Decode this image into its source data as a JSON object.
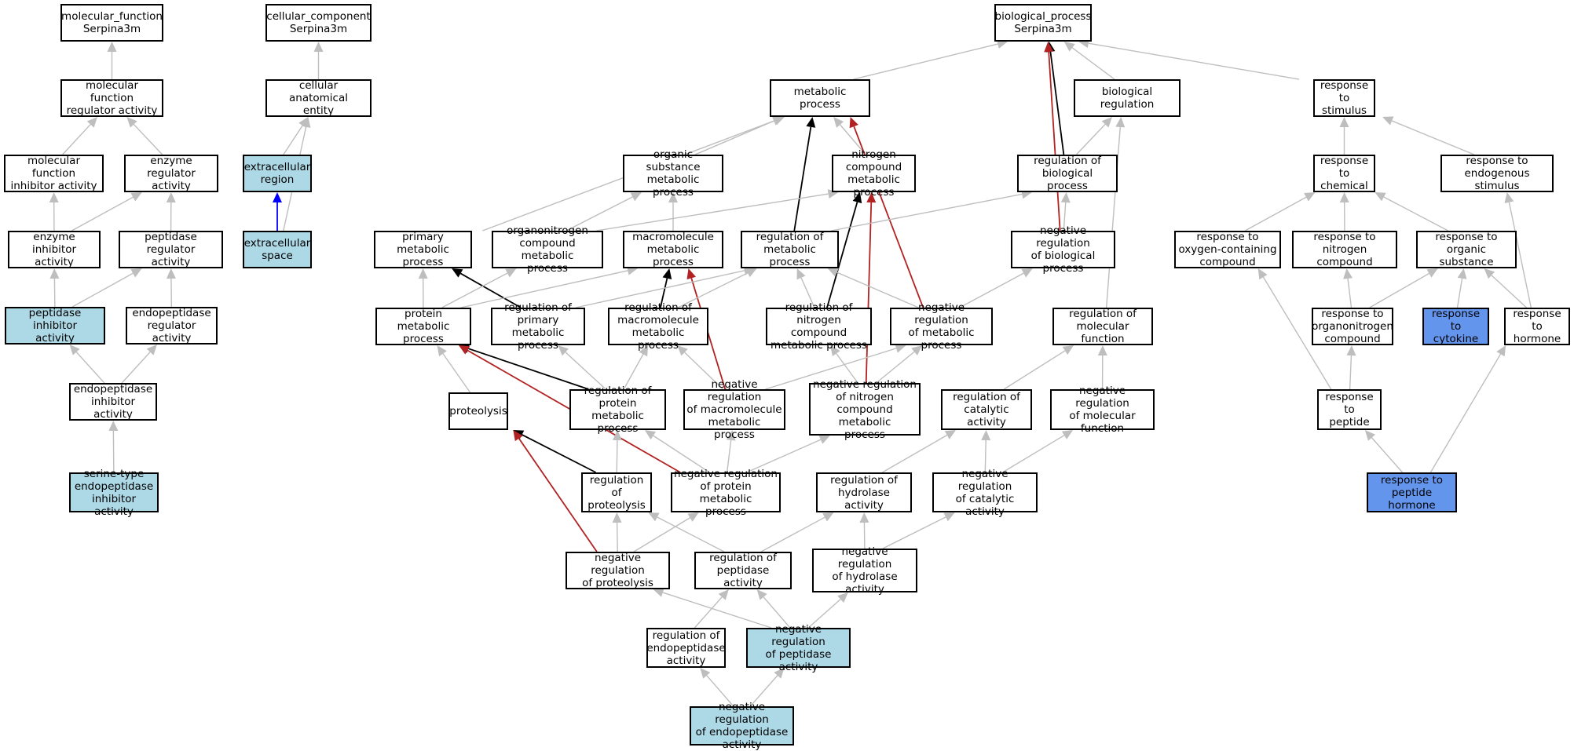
{
  "nodes": [
    {
      "id": "mf_root",
      "label": "molecular_function\nSerpina3m",
      "fill": "#ffffff"
    },
    {
      "id": "mf_reg",
      "label": "molecular function\nregulator activity",
      "fill": "#ffffff"
    },
    {
      "id": "mf_inhib",
      "label": "molecular function\ninhibitor activity",
      "fill": "#ffffff"
    },
    {
      "id": "enz_reg",
      "label": "enzyme regulator\nactivity",
      "fill": "#ffffff"
    },
    {
      "id": "enz_inhib",
      "label": "enzyme inhibitor\nactivity",
      "fill": "#ffffff"
    },
    {
      "id": "pep_reg",
      "label": "peptidase regulator\nactivity",
      "fill": "#ffffff"
    },
    {
      "id": "pep_inhib",
      "label": "peptidase inhibitor\nactivity",
      "fill": "#add8e6"
    },
    {
      "id": "endo_reg",
      "label": "endopeptidase\nregulator activity",
      "fill": "#ffffff"
    },
    {
      "id": "endo_inhib",
      "label": "endopeptidase\ninhibitor activity",
      "fill": "#ffffff"
    },
    {
      "id": "serine",
      "label": "serine-type\nendopeptidase\ninhibitor activity",
      "fill": "#add8e6"
    },
    {
      "id": "cc_root",
      "label": "cellular_component\nSerpina3m",
      "fill": "#ffffff"
    },
    {
      "id": "cae",
      "label": "cellular anatomical\nentity",
      "fill": "#ffffff"
    },
    {
      "id": "ecr",
      "label": "extracellular\nregion",
      "fill": "#add8e6"
    },
    {
      "id": "ecs",
      "label": "extracellular\nspace",
      "fill": "#add8e6"
    },
    {
      "id": "bp_root",
      "label": "biological_process\nSerpina3m",
      "fill": "#ffffff"
    },
    {
      "id": "metab",
      "label": "metabolic process",
      "fill": "#ffffff"
    },
    {
      "id": "bioreg",
      "label": "biological regulation",
      "fill": "#ffffff"
    },
    {
      "id": "resp_stim",
      "label": "response to\nstimulus",
      "fill": "#ffffff"
    },
    {
      "id": "org_sub",
      "label": "organic substance\nmetabolic process",
      "fill": "#ffffff"
    },
    {
      "id": "nitro",
      "label": "nitrogen compound\nmetabolic process",
      "fill": "#ffffff"
    },
    {
      "id": "reg_bio",
      "label": "regulation of\nbiological process",
      "fill": "#ffffff"
    },
    {
      "id": "resp_chem",
      "label": "response to\nchemical",
      "fill": "#ffffff"
    },
    {
      "id": "resp_endo",
      "label": "response to\nendogenous stimulus",
      "fill": "#ffffff"
    },
    {
      "id": "prim",
      "label": "primary metabolic\nprocess",
      "fill": "#ffffff"
    },
    {
      "id": "organo",
      "label": "organonitrogen\ncompound metabolic\nprocess",
      "fill": "#ffffff"
    },
    {
      "id": "macro",
      "label": "macromolecule\nmetabolic process",
      "fill": "#ffffff"
    },
    {
      "id": "reg_metab",
      "label": "regulation of\nmetabolic process",
      "fill": "#ffffff"
    },
    {
      "id": "negreg_bio",
      "label": "negative regulation\nof biological\nprocess",
      "fill": "#ffffff"
    },
    {
      "id": "resp_oxy",
      "label": "response to\noxygen-containing\ncompound",
      "fill": "#ffffff"
    },
    {
      "id": "resp_nitro",
      "label": "response to\nnitrogen compound",
      "fill": "#ffffff"
    },
    {
      "id": "resp_org",
      "label": "response to\norganic substance",
      "fill": "#ffffff"
    },
    {
      "id": "prot_metab",
      "label": "protein metabolic\nprocess",
      "fill": "#ffffff"
    },
    {
      "id": "reg_prim",
      "label": "regulation of\nprimary metabolic\nprocess",
      "fill": "#ffffff"
    },
    {
      "id": "reg_macro",
      "label": "regulation of\nmacromolecule\nmetabolic process",
      "fill": "#ffffff"
    },
    {
      "id": "reg_nitro",
      "label": "regulation of\nnitrogen compound\nmetabolic process",
      "fill": "#ffffff"
    },
    {
      "id": "negreg_metab",
      "label": "negative regulation\nof metabolic\nprocess",
      "fill": "#ffffff"
    },
    {
      "id": "reg_molfun",
      "label": "regulation of\nmolecular function",
      "fill": "#ffffff"
    },
    {
      "id": "resp_orgnitro",
      "label": "response to\norganonitrogen\ncompound",
      "fill": "#ffffff"
    },
    {
      "id": "resp_cyto",
      "label": "response to\ncytokine",
      "fill": "#6495ed"
    },
    {
      "id": "resp_horm",
      "label": "response to\nhormone",
      "fill": "#ffffff"
    },
    {
      "id": "proteolysis",
      "label": "proteolysis",
      "fill": "#ffffff"
    },
    {
      "id": "reg_prot",
      "label": "regulation of\nprotein metabolic\nprocess",
      "fill": "#ffffff"
    },
    {
      "id": "negreg_macro",
      "label": "negative regulation\nof macromolecule\nmetabolic process",
      "fill": "#ffffff"
    },
    {
      "id": "negreg_nitro",
      "label": "negative regulation\nof nitrogen\ncompound metabolic\nprocess",
      "fill": "#ffffff"
    },
    {
      "id": "reg_cat",
      "label": "regulation of\ncatalytic activity",
      "fill": "#ffffff"
    },
    {
      "id": "negreg_molfun",
      "label": "negative regulation\nof molecular\nfunction",
      "fill": "#ffffff"
    },
    {
      "id": "resp_pep",
      "label": "response to\npeptide",
      "fill": "#ffffff"
    },
    {
      "id": "reg_proteo",
      "label": "regulation of\nproteolysis",
      "fill": "#ffffff"
    },
    {
      "id": "negreg_prot",
      "label": "negative regulation\nof protein metabolic\nprocess",
      "fill": "#ffffff"
    },
    {
      "id": "reg_hydro",
      "label": "regulation of\nhydrolase activity",
      "fill": "#ffffff"
    },
    {
      "id": "negreg_cat",
      "label": "negative regulation\nof catalytic\nactivity",
      "fill": "#ffffff"
    },
    {
      "id": "resp_pephorm",
      "label": "response to\npeptide hormone",
      "fill": "#6495ed"
    },
    {
      "id": "negreg_proteo",
      "label": "negative regulation\nof proteolysis",
      "fill": "#ffffff"
    },
    {
      "id": "reg_pepact",
      "label": "regulation of\npeptidase activity",
      "fill": "#ffffff"
    },
    {
      "id": "negreg_hydro",
      "label": "negative regulation\nof hydrolase\nactivity",
      "fill": "#ffffff"
    },
    {
      "id": "reg_endo",
      "label": "regulation of\nendopeptidase\nactivity",
      "fill": "#ffffff"
    },
    {
      "id": "negreg_pep",
      "label": "negative regulation\nof peptidase\nactivity",
      "fill": "#add8e6"
    },
    {
      "id": "negreg_endo",
      "label": "negative regulation\nof endopeptidase\nactivity",
      "fill": "#add8e6"
    }
  ],
  "edges": [
    {
      "from": "mf_reg",
      "to": "mf_root",
      "color": "#bebebe"
    },
    {
      "from": "mf_inhib",
      "to": "mf_reg",
      "color": "#bebebe"
    },
    {
      "from": "enz_reg",
      "to": "mf_reg",
      "color": "#bebebe"
    },
    {
      "from": "enz_inhib",
      "to": "mf_inhib",
      "color": "#bebebe"
    },
    {
      "from": "enz_inhib",
      "to": "enz_reg",
      "color": "#bebebe"
    },
    {
      "from": "pep_reg",
      "to": "enz_reg",
      "color": "#bebebe"
    },
    {
      "from": "pep_inhib",
      "to": "enz_inhib",
      "color": "#bebebe"
    },
    {
      "from": "pep_inhib",
      "to": "pep_reg",
      "color": "#bebebe"
    },
    {
      "from": "endo_reg",
      "to": "pep_reg",
      "color": "#bebebe"
    },
    {
      "from": "endo_inhib",
      "to": "pep_inhib",
      "color": "#bebebe"
    },
    {
      "from": "endo_inhib",
      "to": "endo_reg",
      "color": "#bebebe"
    },
    {
      "from": "serine",
      "to": "endo_inhib",
      "color": "#bebebe"
    },
    {
      "from": "cae",
      "to": "cc_root",
      "color": "#bebebe"
    },
    {
      "from": "ecr",
      "to": "cae",
      "color": "#bebebe"
    },
    {
      "from": "ecs",
      "to": "ecr",
      "color": "#0000ff"
    },
    {
      "from": "ecs",
      "to": "cae",
      "color": "#bebebe"
    },
    {
      "from": "metab",
      "to": "bp_root",
      "color": "#bebebe"
    },
    {
      "from": "bioreg",
      "to": "bp_root",
      "color": "#bebebe"
    },
    {
      "from": "resp_stim",
      "to": "bp_root",
      "color": "#bebebe"
    },
    {
      "from": "reg_bio",
      "to": "bp_root",
      "color": "#000000"
    },
    {
      "from": "negreg_bio",
      "to": "bp_root",
      "color": "#b22222"
    },
    {
      "from": "org_sub",
      "to": "metab",
      "color": "#bebebe"
    },
    {
      "from": "nitro",
      "to": "metab",
      "color": "#bebebe"
    },
    {
      "from": "prim",
      "to": "metab",
      "color": "#bebebe"
    },
    {
      "from": "reg_metab",
      "to": "metab",
      "color": "#000000"
    },
    {
      "from": "negreg_metab",
      "to": "metab",
      "color": "#b22222"
    },
    {
      "from": "reg_bio",
      "to": "bioreg",
      "color": "#bebebe"
    },
    {
      "from": "reg_molfun",
      "to": "bioreg",
      "color": "#bebebe"
    },
    {
      "from": "organo",
      "to": "org_sub",
      "color": "#bebebe"
    },
    {
      "from": "macro",
      "to": "org_sub",
      "color": "#bebebe"
    },
    {
      "from": "organo",
      "to": "nitro",
      "color": "#bebebe"
    },
    {
      "from": "reg_nitro",
      "to": "nitro",
      "color": "#000000"
    },
    {
      "from": "negreg_nitro",
      "to": "nitro",
      "color": "#b22222"
    },
    {
      "from": "reg_metab",
      "to": "reg_bio",
      "color": "#bebebe"
    },
    {
      "from": "negreg_bio",
      "to": "reg_bio",
      "color": "#bebebe"
    },
    {
      "from": "resp_chem",
      "to": "resp_stim",
      "color": "#bebebe"
    },
    {
      "from": "resp_endo",
      "to": "resp_stim",
      "color": "#bebebe"
    },
    {
      "from": "resp_oxy",
      "to": "resp_chem",
      "color": "#bebebe"
    },
    {
      "from": "resp_nitro",
      "to": "resp_chem",
      "color": "#bebebe"
    },
    {
      "from": "resp_org",
      "to": "resp_chem",
      "color": "#bebebe"
    },
    {
      "from": "resp_horm",
      "to": "resp_endo",
      "color": "#bebebe"
    },
    {
      "from": "prot_metab",
      "to": "prim",
      "color": "#bebebe"
    },
    {
      "from": "reg_prim",
      "to": "prim",
      "color": "#000000"
    },
    {
      "from": "prot_metab",
      "to": "organo",
      "color": "#bebebe"
    },
    {
      "from": "prot_metab",
      "to": "macro",
      "color": "#bebebe"
    },
    {
      "from": "reg_macro",
      "to": "macro",
      "color": "#000000"
    },
    {
      "from": "negreg_macro",
      "to": "macro",
      "color": "#b22222"
    },
    {
      "from": "reg_prim",
      "to": "reg_metab",
      "color": "#bebebe"
    },
    {
      "from": "reg_macro",
      "to": "reg_metab",
      "color": "#bebebe"
    },
    {
      "from": "reg_nitro",
      "to": "reg_metab",
      "color": "#bebebe"
    },
    {
      "from": "negreg_metab",
      "to": "reg_metab",
      "color": "#bebebe"
    },
    {
      "from": "negreg_metab",
      "to": "negreg_bio",
      "color": "#bebebe"
    },
    {
      "from": "resp_orgnitro",
      "to": "resp_nitro",
      "color": "#bebebe"
    },
    {
      "from": "resp_orgnitro",
      "to": "resp_org",
      "color": "#bebebe"
    },
    {
      "from": "resp_cyto",
      "to": "resp_org",
      "color": "#bebebe"
    },
    {
      "from": "resp_horm",
      "to": "resp_org",
      "color": "#bebebe"
    },
    {
      "from": "proteolysis",
      "to": "prot_metab",
      "color": "#bebebe"
    },
    {
      "from": "reg_prot",
      "to": "prot_metab",
      "color": "#000000"
    },
    {
      "from": "negreg_prot",
      "to": "prot_metab",
      "color": "#b22222"
    },
    {
      "from": "reg_prot",
      "to": "reg_prim",
      "color": "#bebebe"
    },
    {
      "from": "reg_prot",
      "to": "reg_macro",
      "color": "#bebebe"
    },
    {
      "from": "negreg_macro",
      "to": "reg_macro",
      "color": "#bebebe"
    },
    {
      "from": "negreg_nitro",
      "to": "reg_nitro",
      "color": "#bebebe"
    },
    {
      "from": "negreg_macro",
      "to": "negreg_metab",
      "color": "#bebebe"
    },
    {
      "from": "negreg_nitro",
      "to": "negreg_metab",
      "color": "#bebebe"
    },
    {
      "from": "reg_cat",
      "to": "reg_molfun",
      "color": "#bebebe"
    },
    {
      "from": "negreg_molfun",
      "to": "reg_molfun",
      "color": "#bebebe"
    },
    {
      "from": "resp_pep",
      "to": "resp_oxy",
      "color": "#bebebe"
    },
    {
      "from": "resp_pep",
      "to": "resp_orgnitro",
      "color": "#bebebe"
    },
    {
      "from": "reg_proteo",
      "to": "proteolysis",
      "color": "#000000"
    },
    {
      "from": "negreg_proteo",
      "to": "proteolysis",
      "color": "#b22222"
    },
    {
      "from": "reg_proteo",
      "to": "reg_prot",
      "color": "#bebebe"
    },
    {
      "from": "negreg_prot",
      "to": "reg_prot",
      "color": "#bebebe"
    },
    {
      "from": "negreg_prot",
      "to": "negreg_macro",
      "color": "#bebebe"
    },
    {
      "from": "negreg_prot",
      "to": "negreg_nitro",
      "color": "#bebebe"
    },
    {
      "from": "reg_hydro",
      "to": "reg_cat",
      "color": "#bebebe"
    },
    {
      "from": "negreg_cat",
      "to": "reg_cat",
      "color": "#bebebe"
    },
    {
      "from": "negreg_cat",
      "to": "negreg_molfun",
      "color": "#bebebe"
    },
    {
      "from": "resp_pephorm",
      "to": "resp_pep",
      "color": "#bebebe"
    },
    {
      "from": "resp_pephorm",
      "to": "resp_horm",
      "color": "#bebebe"
    },
    {
      "from": "negreg_proteo",
      "to": "reg_proteo",
      "color": "#bebebe"
    },
    {
      "from": "negreg_proteo",
      "to": "negreg_prot",
      "color": "#bebebe"
    },
    {
      "from": "reg_pepact",
      "to": "reg_proteo",
      "color": "#bebebe"
    },
    {
      "from": "reg_pepact",
      "to": "reg_hydro",
      "color": "#bebebe"
    },
    {
      "from": "negreg_hydro",
      "to": "reg_hydro",
      "color": "#bebebe"
    },
    {
      "from": "negreg_hydro",
      "to": "negreg_cat",
      "color": "#bebebe"
    },
    {
      "from": "reg_endo",
      "to": "reg_pepact",
      "color": "#bebebe"
    },
    {
      "from": "negreg_pep",
      "to": "negreg_proteo",
      "color": "#bebebe"
    },
    {
      "from": "negreg_pep",
      "to": "reg_pepact",
      "color": "#bebebe"
    },
    {
      "from": "negreg_pep",
      "to": "negreg_hydro",
      "color": "#bebebe"
    },
    {
      "from": "negreg_endo",
      "to": "reg_endo",
      "color": "#bebebe"
    },
    {
      "from": "negreg_endo",
      "to": "negreg_pep",
      "color": "#bebebe"
    }
  ]
}
